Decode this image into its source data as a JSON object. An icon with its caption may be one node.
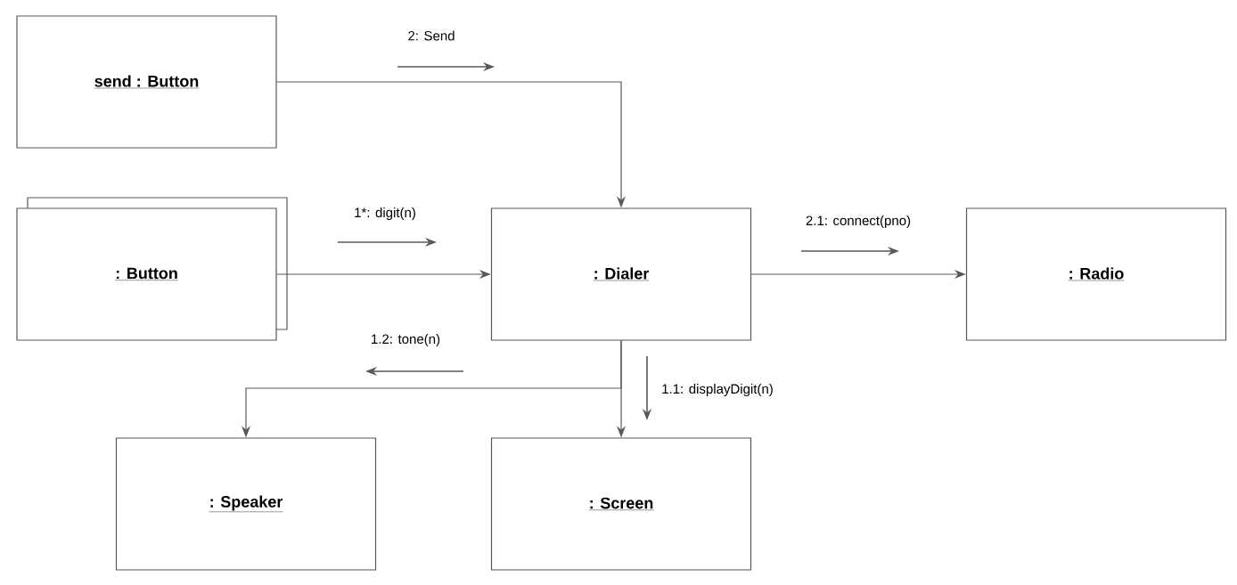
{
  "diagram": {
    "nodes": [
      {
        "text": [
          "send : Button"
        ]
      },
      {
        "text": [
          ": Button"
        ]
      },
      {
        "text": [
          ": Dialer"
        ]
      },
      {
        "text": [
          ": Radio"
        ]
      },
      {
        "text": [
          ": Speaker"
        ]
      },
      {
        "text": [
          ": Screen"
        ]
      }
    ],
    "edges": [
      {
        "from": 0,
        "to": 2,
        "arrow": "to",
        "label": "2: Send"
      },
      {
        "from": 1,
        "to": 2,
        "arrow": "to",
        "label": "1*: digit(n)"
      },
      {
        "from": 2,
        "to": 3,
        "arrow": "to",
        "label": "2.1: connect(pno)"
      },
      {
        "from": 2,
        "to": 4,
        "arrow": "to",
        "label": "1.2: tone(n)"
      },
      {
        "from": 2,
        "to": 5,
        "arrow": "to",
        "label": "1.1: displayDigit(n)"
      }
    ]
  }
}
